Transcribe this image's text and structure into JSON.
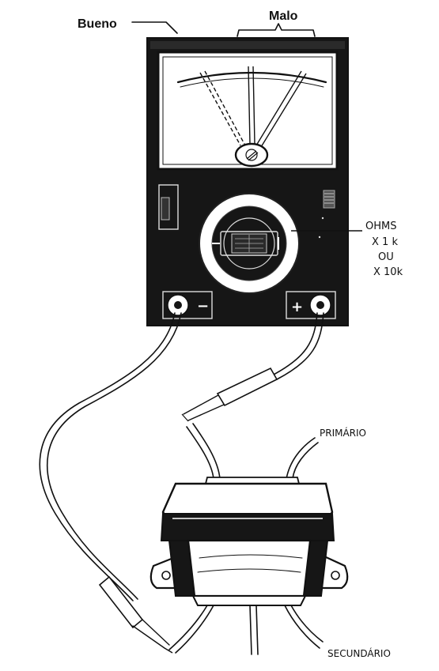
{
  "labels": {
    "good": "Bueno",
    "bad": "Malo",
    "range_unit": "OHMS",
    "range_1": "X 1 k",
    "range_or": "OU",
    "range_2": "X 10k",
    "primary": "PRIMÁRIO",
    "secondary": "SECUNDÁRIO",
    "negative": "−",
    "positive": "+"
  },
  "colors": {
    "ink": "#111111",
    "paper": "#ffffff",
    "meter_body": "#161616"
  },
  "icons": {
    "multimeter": "analog-multimeter-icon",
    "transformer": "transformer-icon",
    "probe": "test-probe-icon"
  }
}
